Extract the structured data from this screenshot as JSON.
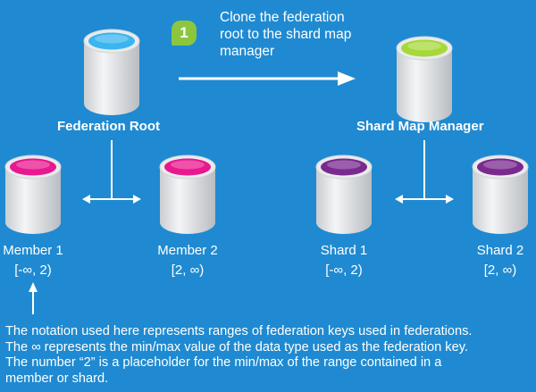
{
  "step": {
    "number": "1",
    "text_lines": [
      "Clone the federation",
      "root to the shard map",
      "manager"
    ]
  },
  "left": {
    "root_label": "Federation Root",
    "member1": {
      "name": "Member 1",
      "range": "[-∞, 2)"
    },
    "member2": {
      "name": "Member 2",
      "range": "[2, ∞)"
    }
  },
  "right": {
    "root_label": "Shard Map Manager",
    "shard1": {
      "name": "Shard 1",
      "range": "[-∞, 2)"
    },
    "shard2": {
      "name": "Shard 2",
      "range": "[2, ∞)"
    }
  },
  "note_lines": [
    "The notation used here represents ranges of federation keys used in federations.",
    "The ∞ represents the min/max value of the data type used as the federation key.",
    "The number “2” is a placeholder for the min/max of the range contained in a",
    "member or shard."
  ],
  "colors": {
    "background": "#1f8ad1",
    "federation_root_top": "#3ab5ef",
    "member_top": "#e8188f",
    "shard_map_manager_top": "#a6d83a",
    "shard_top": "#7a2a8f",
    "badge": "#8cc63f"
  },
  "icons": [
    "database-icon",
    "arrow-right-icon",
    "split-arrow-icon",
    "up-arrow-icon"
  ]
}
